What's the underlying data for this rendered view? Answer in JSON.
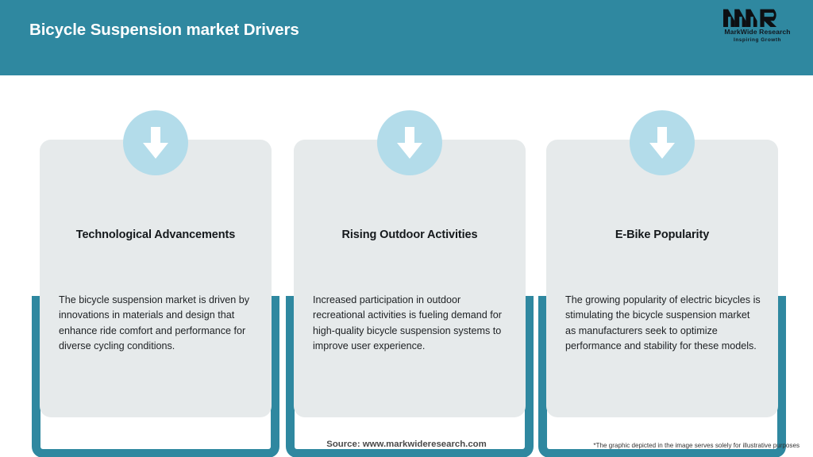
{
  "header": {
    "title": "Bicycle Suspension market Drivers",
    "background_color": "#2f88a0",
    "title_color": "#ffffff"
  },
  "logo": {
    "mark": "MWR",
    "name": "MarkWide Research",
    "tagline": "Inspiring Growth"
  },
  "theme": {
    "accent_teal": "#2f88a0",
    "badge_blue": "#b3dcea",
    "card_gray": "#e6eaeb",
    "page_background": "#ffffff"
  },
  "cards": [
    {
      "icon": "down-arrow-icon",
      "title": "Technological Advancements",
      "body": "The bicycle suspension market is driven by innovations in materials and design that enhance ride comfort and performance for diverse cycling conditions."
    },
    {
      "icon": "down-arrow-icon",
      "title": "Rising Outdoor Activities",
      "body": "Increased participation in outdoor recreational activities is fueling demand for high-quality bicycle suspension systems to improve user experience."
    },
    {
      "icon": "down-arrow-icon",
      "title": "E-Bike Popularity",
      "body": "The growing popularity of electric bicycles is stimulating the bicycle suspension market as manufacturers seek to optimize performance and stability for these models."
    }
  ],
  "footer": {
    "source": "Source: www.markwideresearch.com",
    "disclaimer": "*The graphic depicted in the image serves solely for illustrative purposes"
  }
}
